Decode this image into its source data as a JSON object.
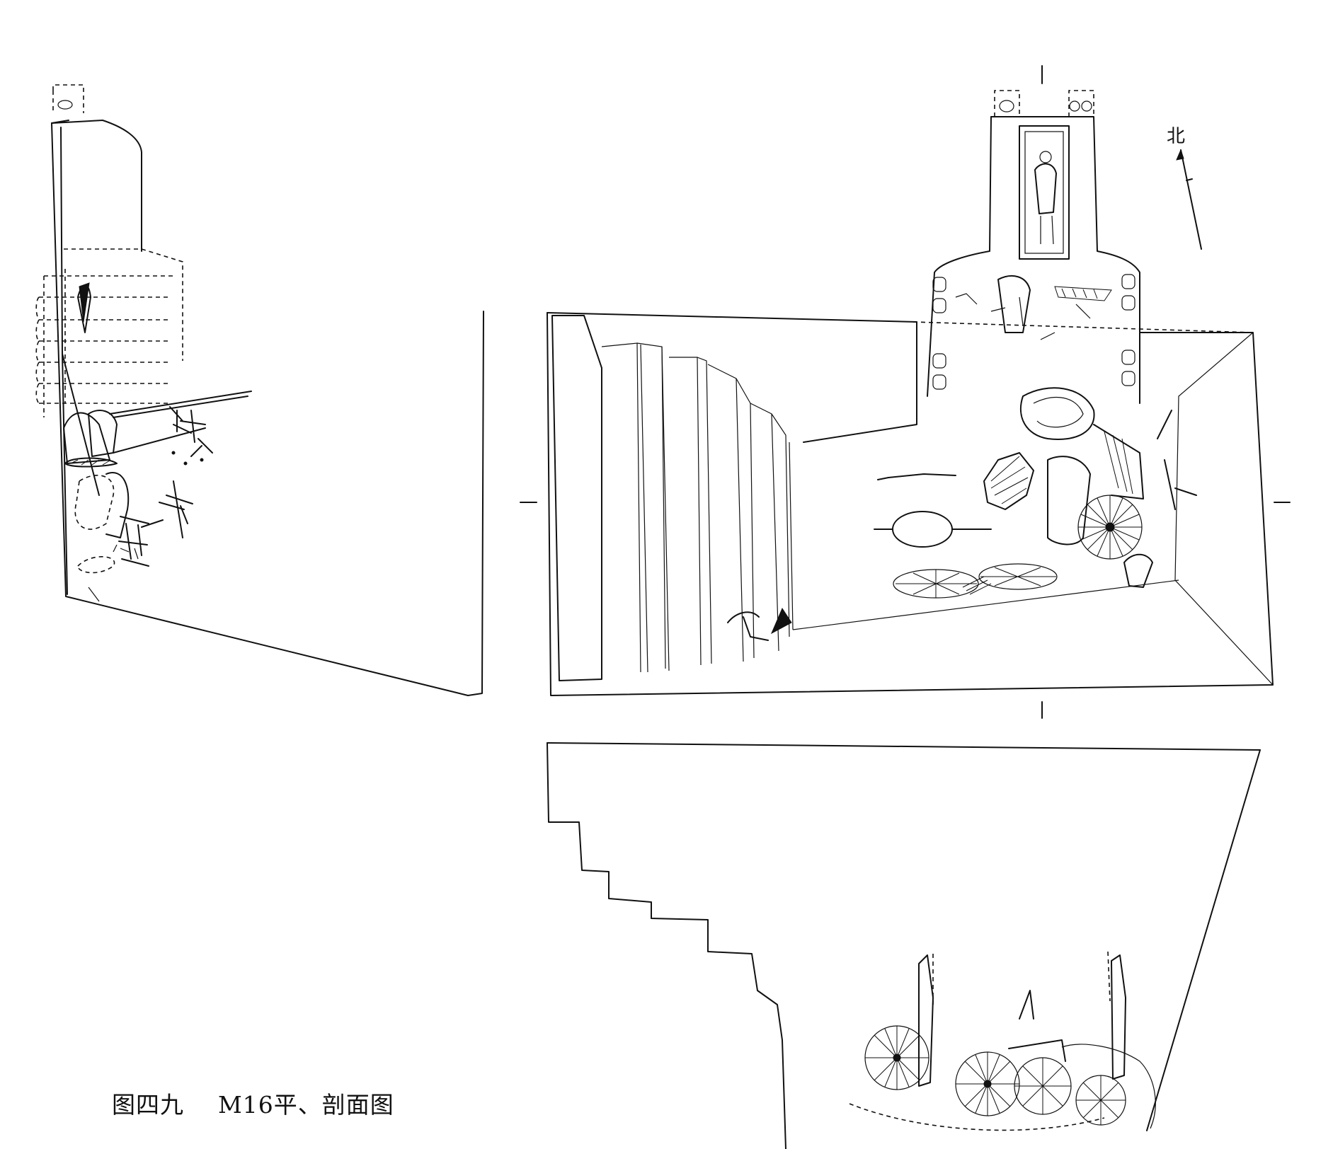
{
  "caption": {
    "figure_number": "图四九",
    "title": "M16平、剖面图"
  },
  "north_arrow": {
    "label": "北"
  }
}
